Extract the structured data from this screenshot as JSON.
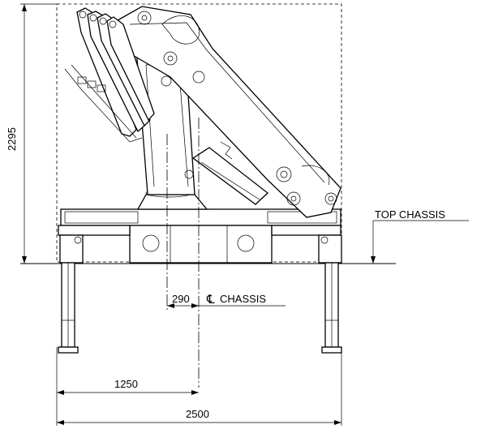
{
  "dimensions": {
    "height": "2295",
    "offset": "290",
    "half_width": "1250",
    "full_width": "2500"
  },
  "labels": {
    "top_chassis": "TOP CHASSIS",
    "chassis_centerline": "CHASSIS",
    "centerline_symbol": "℄"
  }
}
